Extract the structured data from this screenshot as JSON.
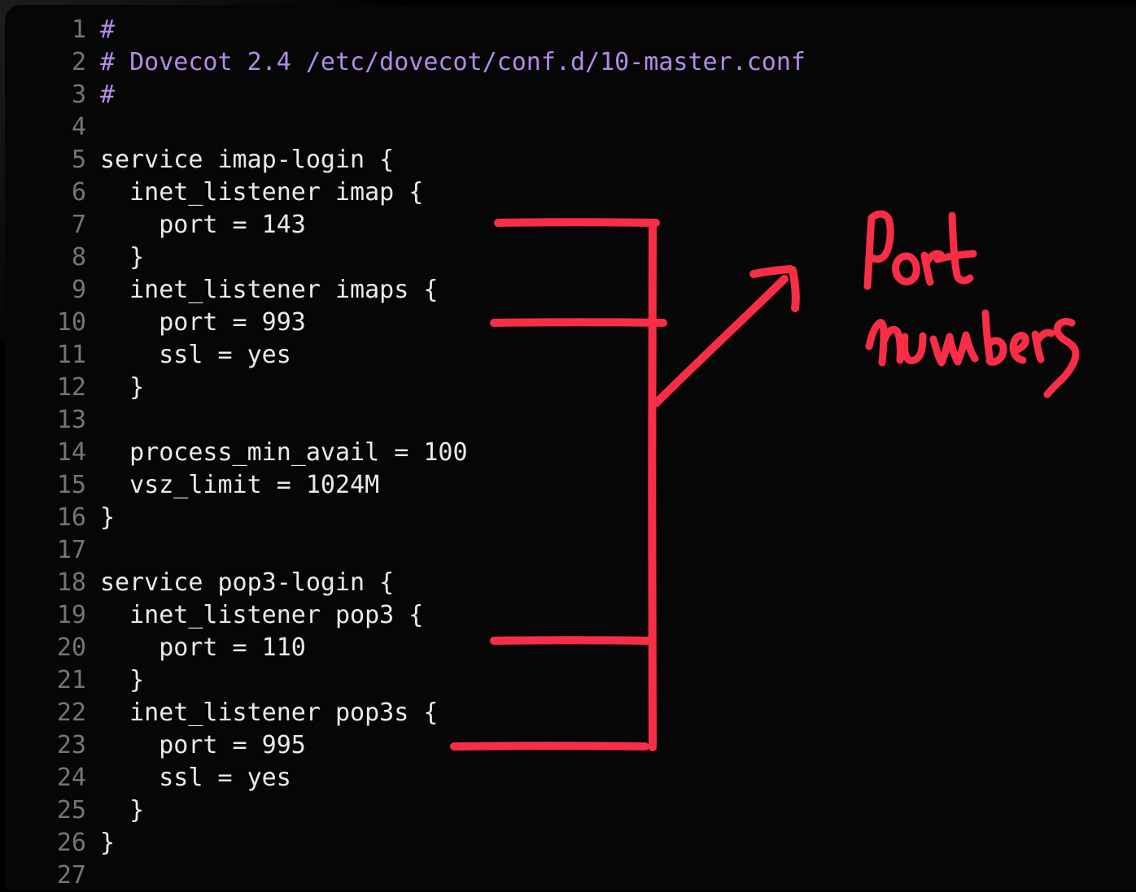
{
  "theme": {
    "page_background": "#000000",
    "card_background": "#060607",
    "corner_glow": "#1e1e21",
    "line_number_color": "#757577",
    "code_color": "#eaeaea",
    "comment_color": "#b18ce6",
    "annotation_color": "#fa2d46"
  },
  "code": {
    "file_described_in_comment": "/etc/dovecot/conf.d/10-master.conf",
    "lines": [
      {
        "num": 1,
        "text": "#",
        "type": "comment"
      },
      {
        "num": 2,
        "text": "# Dovecot 2.4 /etc/dovecot/conf.d/10-master.conf",
        "type": "comment"
      },
      {
        "num": 3,
        "text": "#",
        "type": "comment"
      },
      {
        "num": 4,
        "text": "",
        "type": "code"
      },
      {
        "num": 5,
        "text": "service imap-login {",
        "type": "code"
      },
      {
        "num": 6,
        "text": "  inet_listener imap {",
        "type": "code"
      },
      {
        "num": 7,
        "text": "    port = 143",
        "type": "code"
      },
      {
        "num": 8,
        "text": "  }",
        "type": "code"
      },
      {
        "num": 9,
        "text": "  inet_listener imaps {",
        "type": "code"
      },
      {
        "num": 10,
        "text": "    port = 993",
        "type": "code"
      },
      {
        "num": 11,
        "text": "    ssl = yes",
        "type": "code"
      },
      {
        "num": 12,
        "text": "  }",
        "type": "code"
      },
      {
        "num": 13,
        "text": "",
        "type": "code"
      },
      {
        "num": 14,
        "text": "  process_min_avail = 100",
        "type": "code"
      },
      {
        "num": 15,
        "text": "  vsz_limit = 1024M",
        "type": "code"
      },
      {
        "num": 16,
        "text": "}",
        "type": "code"
      },
      {
        "num": 17,
        "text": "",
        "type": "code"
      },
      {
        "num": 18,
        "text": "service pop3-login {",
        "type": "code"
      },
      {
        "num": 19,
        "text": "  inet_listener pop3 {",
        "type": "code"
      },
      {
        "num": 20,
        "text": "    port = 110",
        "type": "code"
      },
      {
        "num": 21,
        "text": "  }",
        "type": "code"
      },
      {
        "num": 22,
        "text": "  inet_listener pop3s {",
        "type": "code"
      },
      {
        "num": 23,
        "text": "    port = 995",
        "type": "code"
      },
      {
        "num": 24,
        "text": "    ssl = yes",
        "type": "code"
      },
      {
        "num": 25,
        "text": "  }",
        "type": "code"
      },
      {
        "num": 26,
        "text": "}",
        "type": "code"
      },
      {
        "num": 27,
        "text": "",
        "type": "code"
      }
    ]
  },
  "annotation": {
    "color": "#fa2d46",
    "label": "Port Numbers",
    "label_words": [
      "Port",
      "Numbers"
    ],
    "marked_lines": [
      7,
      10,
      20,
      23
    ],
    "highlighted_ports": [
      "143",
      "993",
      "110",
      "995"
    ]
  }
}
